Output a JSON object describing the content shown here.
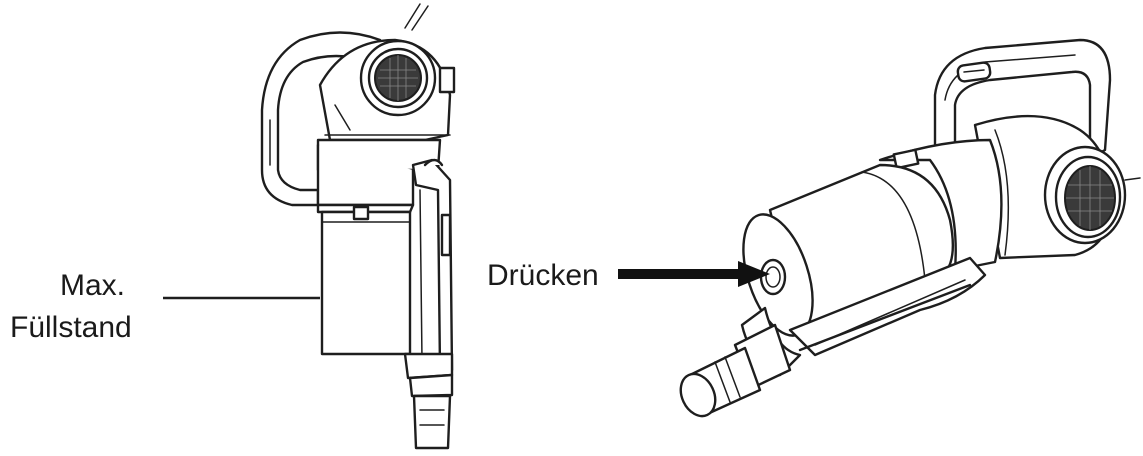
{
  "labels": {
    "max_fill_line1": "Max.",
    "max_fill_line2": "Füllstand",
    "press": "Drücken"
  },
  "colors": {
    "line": "#1e1e1e",
    "background": "#ffffff",
    "mesh": "#3a3a3a"
  }
}
